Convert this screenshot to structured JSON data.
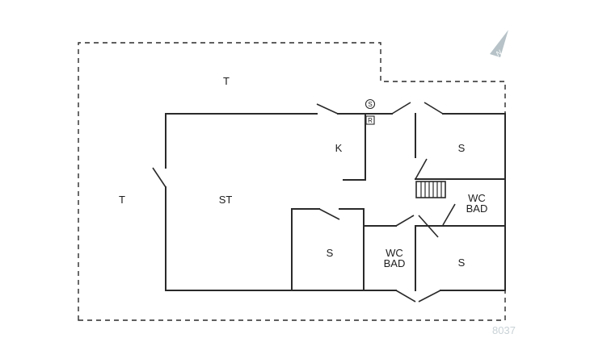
{
  "rooms": {
    "terrace_top": "T",
    "terrace_left": "T",
    "living": "ST",
    "kitchen": "K",
    "bedroom_ne": "S",
    "bedroom_sw": "S",
    "bedroom_se": "S",
    "bath_east_l1": "WC",
    "bath_east_l2": "BAD",
    "bath_center_l1": "WC",
    "bath_center_l2": "BAD"
  },
  "symbols": {
    "s_circle": "S",
    "r_square": "R"
  },
  "compass": {
    "letter": "N",
    "color": "#b6c2c7"
  },
  "plan_number": "8037"
}
